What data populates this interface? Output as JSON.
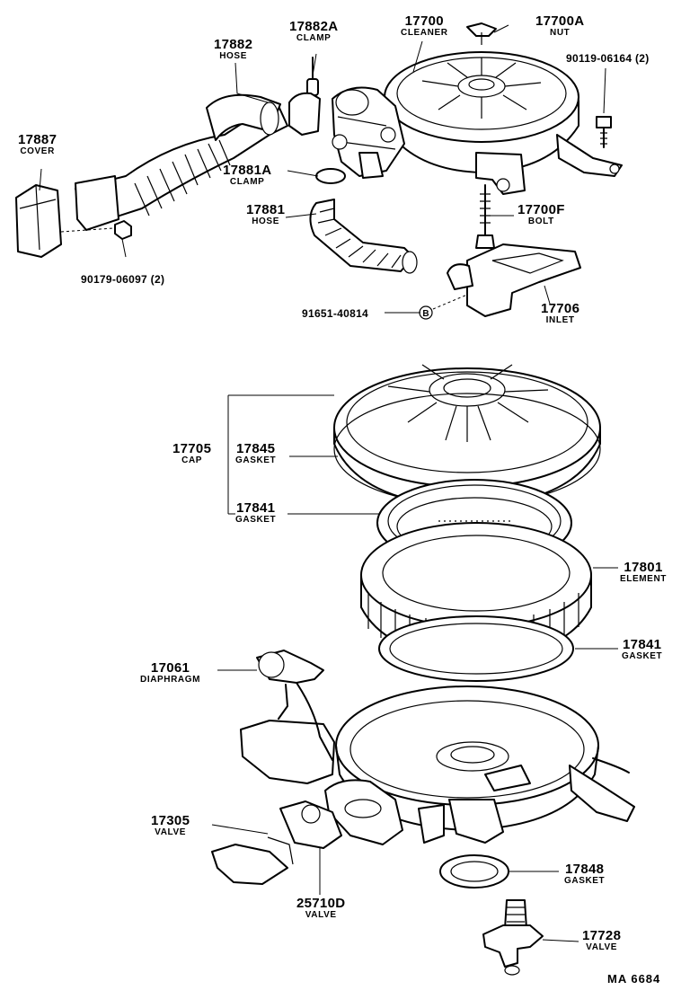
{
  "drawing_ref": "MA 6684",
  "parts": [
    {
      "id": "p17882a",
      "number": "17882A",
      "name": "CLAMP"
    },
    {
      "id": "p17700",
      "number": "17700",
      "name": "CLEANER"
    },
    {
      "id": "p17700a",
      "number": "17700A",
      "name": "NUT"
    },
    {
      "id": "p17882",
      "number": "17882",
      "name": "HOSE"
    },
    {
      "id": "p90119",
      "number": "90119-06164 (2)",
      "name": ""
    },
    {
      "id": "p17887",
      "number": "17887",
      "name": "COVER"
    },
    {
      "id": "p17881a",
      "number": "17881A",
      "name": "CLAMP"
    },
    {
      "id": "p17881",
      "number": "17881",
      "name": "HOSE"
    },
    {
      "id": "p17700f",
      "number": "17700F",
      "name": "BOLT"
    },
    {
      "id": "p90179",
      "number": "90179-06097 (2)",
      "name": ""
    },
    {
      "id": "p17706",
      "number": "17706",
      "name": "INLET"
    },
    {
      "id": "p91651",
      "number": "91651-40814",
      "name": ""
    },
    {
      "id": "p17705",
      "number": "17705",
      "name": "CAP"
    },
    {
      "id": "p17845",
      "number": "17845",
      "name": "GASKET"
    },
    {
      "id": "p17841a",
      "number": "17841",
      "name": "GASKET"
    },
    {
      "id": "p17801",
      "number": "17801",
      "name": "ELEMENT"
    },
    {
      "id": "p17841b",
      "number": "17841",
      "name": "GASKET"
    },
    {
      "id": "p17061",
      "number": "17061",
      "name": "DIAPHRAGM"
    },
    {
      "id": "p17305",
      "number": "17305",
      "name": "VALVE"
    },
    {
      "id": "p17848",
      "number": "17848",
      "name": "GASKET"
    },
    {
      "id": "p25710d",
      "number": "25710D",
      "name": "VALVE"
    },
    {
      "id": "p17728",
      "number": "17728",
      "name": "VALVE"
    }
  ],
  "bolt_mark": "B"
}
